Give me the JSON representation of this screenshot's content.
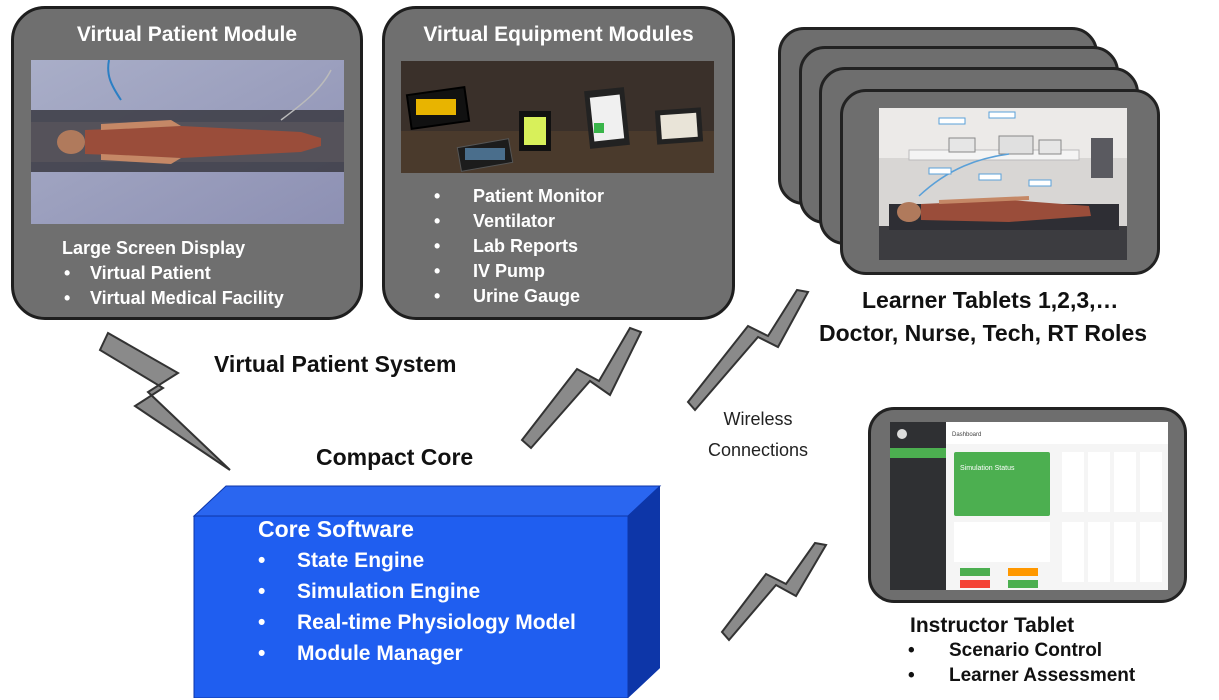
{
  "virtual_patient_module": {
    "title": "Virtual Patient Module",
    "heading": "Large Screen Display",
    "items": [
      "Virtual Patient",
      "Virtual Medical Facility"
    ]
  },
  "virtual_equipment_modules": {
    "title": "Virtual Equipment Modules",
    "items": [
      "Patient Monitor",
      "Ventilator",
      "Lab Reports",
      "IV Pump",
      "Urine Gauge"
    ]
  },
  "learner_tablets": {
    "line1": "Learner Tablets 1,2,3,…",
    "line2": "Doctor, Nurse,  Tech, RT Roles"
  },
  "system_label": "Virtual  Patient System",
  "compact_core_label": "Compact Core",
  "wireless": {
    "line1": "Wireless",
    "line2": "Connections"
  },
  "core_software": {
    "title": "Core Software",
    "items": [
      "State Engine",
      "Simulation Engine",
      "Real-time Physiology Model",
      "Module Manager"
    ]
  },
  "instructor_tablet": {
    "title": "Instructor  Tablet",
    "items": [
      "Scenario Control",
      "Learner Assessment"
    ]
  },
  "bullet": "•",
  "dashboard_screen": {
    "header_title": "Dashboard",
    "card_title": "Simulation Status"
  },
  "colors": {
    "module_gray": "#6f6f6f",
    "core_blue": "#1a57e6",
    "core_blue_dark": "#0d36a8",
    "bolt_gray": "#8a8a8a",
    "status_green": "#4caf50"
  }
}
